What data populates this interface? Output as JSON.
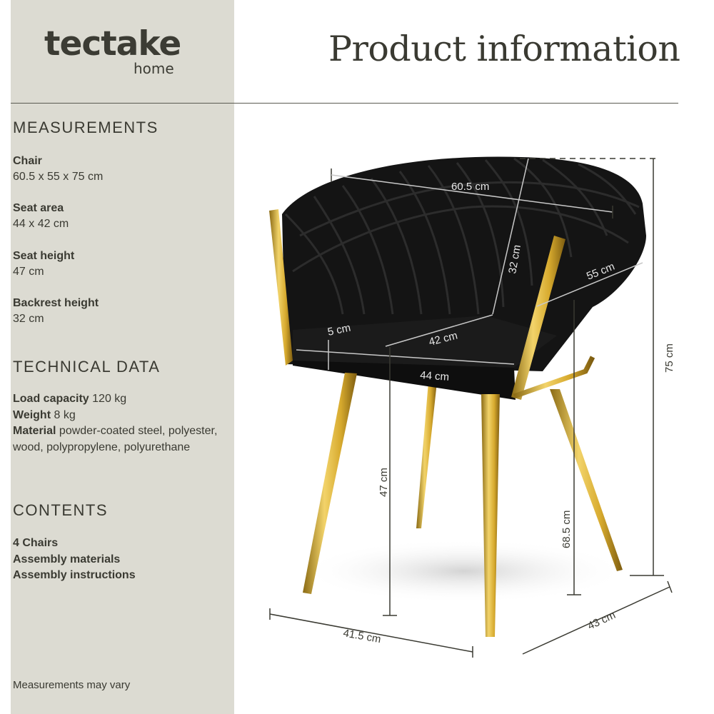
{
  "brand": {
    "name": "tectake",
    "sub": "home"
  },
  "title": "Product information",
  "measurements": {
    "heading": "MEASUREMENTS",
    "items": [
      {
        "label": "Chair",
        "value": "60.5 x 55 x 75 cm"
      },
      {
        "label": "Seat area",
        "value": "44 x 42 cm"
      },
      {
        "label": "Seat height",
        "value": "47 cm"
      },
      {
        "label": "Backrest height",
        "value": "32 cm"
      }
    ]
  },
  "technical": {
    "heading": "TECHNICAL DATA",
    "load_label": "Load capacity",
    "load_value": "120 kg",
    "weight_label": "Weight",
    "weight_value": "8 kg",
    "material_label": "Material",
    "material_value": "powder-coated steel, polyester, wood, polypropylene, polyurethane"
  },
  "contents": {
    "heading": "CONTENTS",
    "items": [
      "4 Chairs",
      "Assembly materials",
      "Assembly instructions"
    ]
  },
  "note": "Measurements may vary",
  "dimensions": {
    "width": "60.5 cm",
    "backrest": "32 cm",
    "depth": "55 cm",
    "height": "75 cm",
    "seat_thickness": "5 cm",
    "seat_depth": "42 cm",
    "seat_width": "44 cm",
    "seat_height": "47 cm",
    "armrest_height": "68.5 cm",
    "base_width": "41.5 cm",
    "base_depth": "43 cm"
  }
}
